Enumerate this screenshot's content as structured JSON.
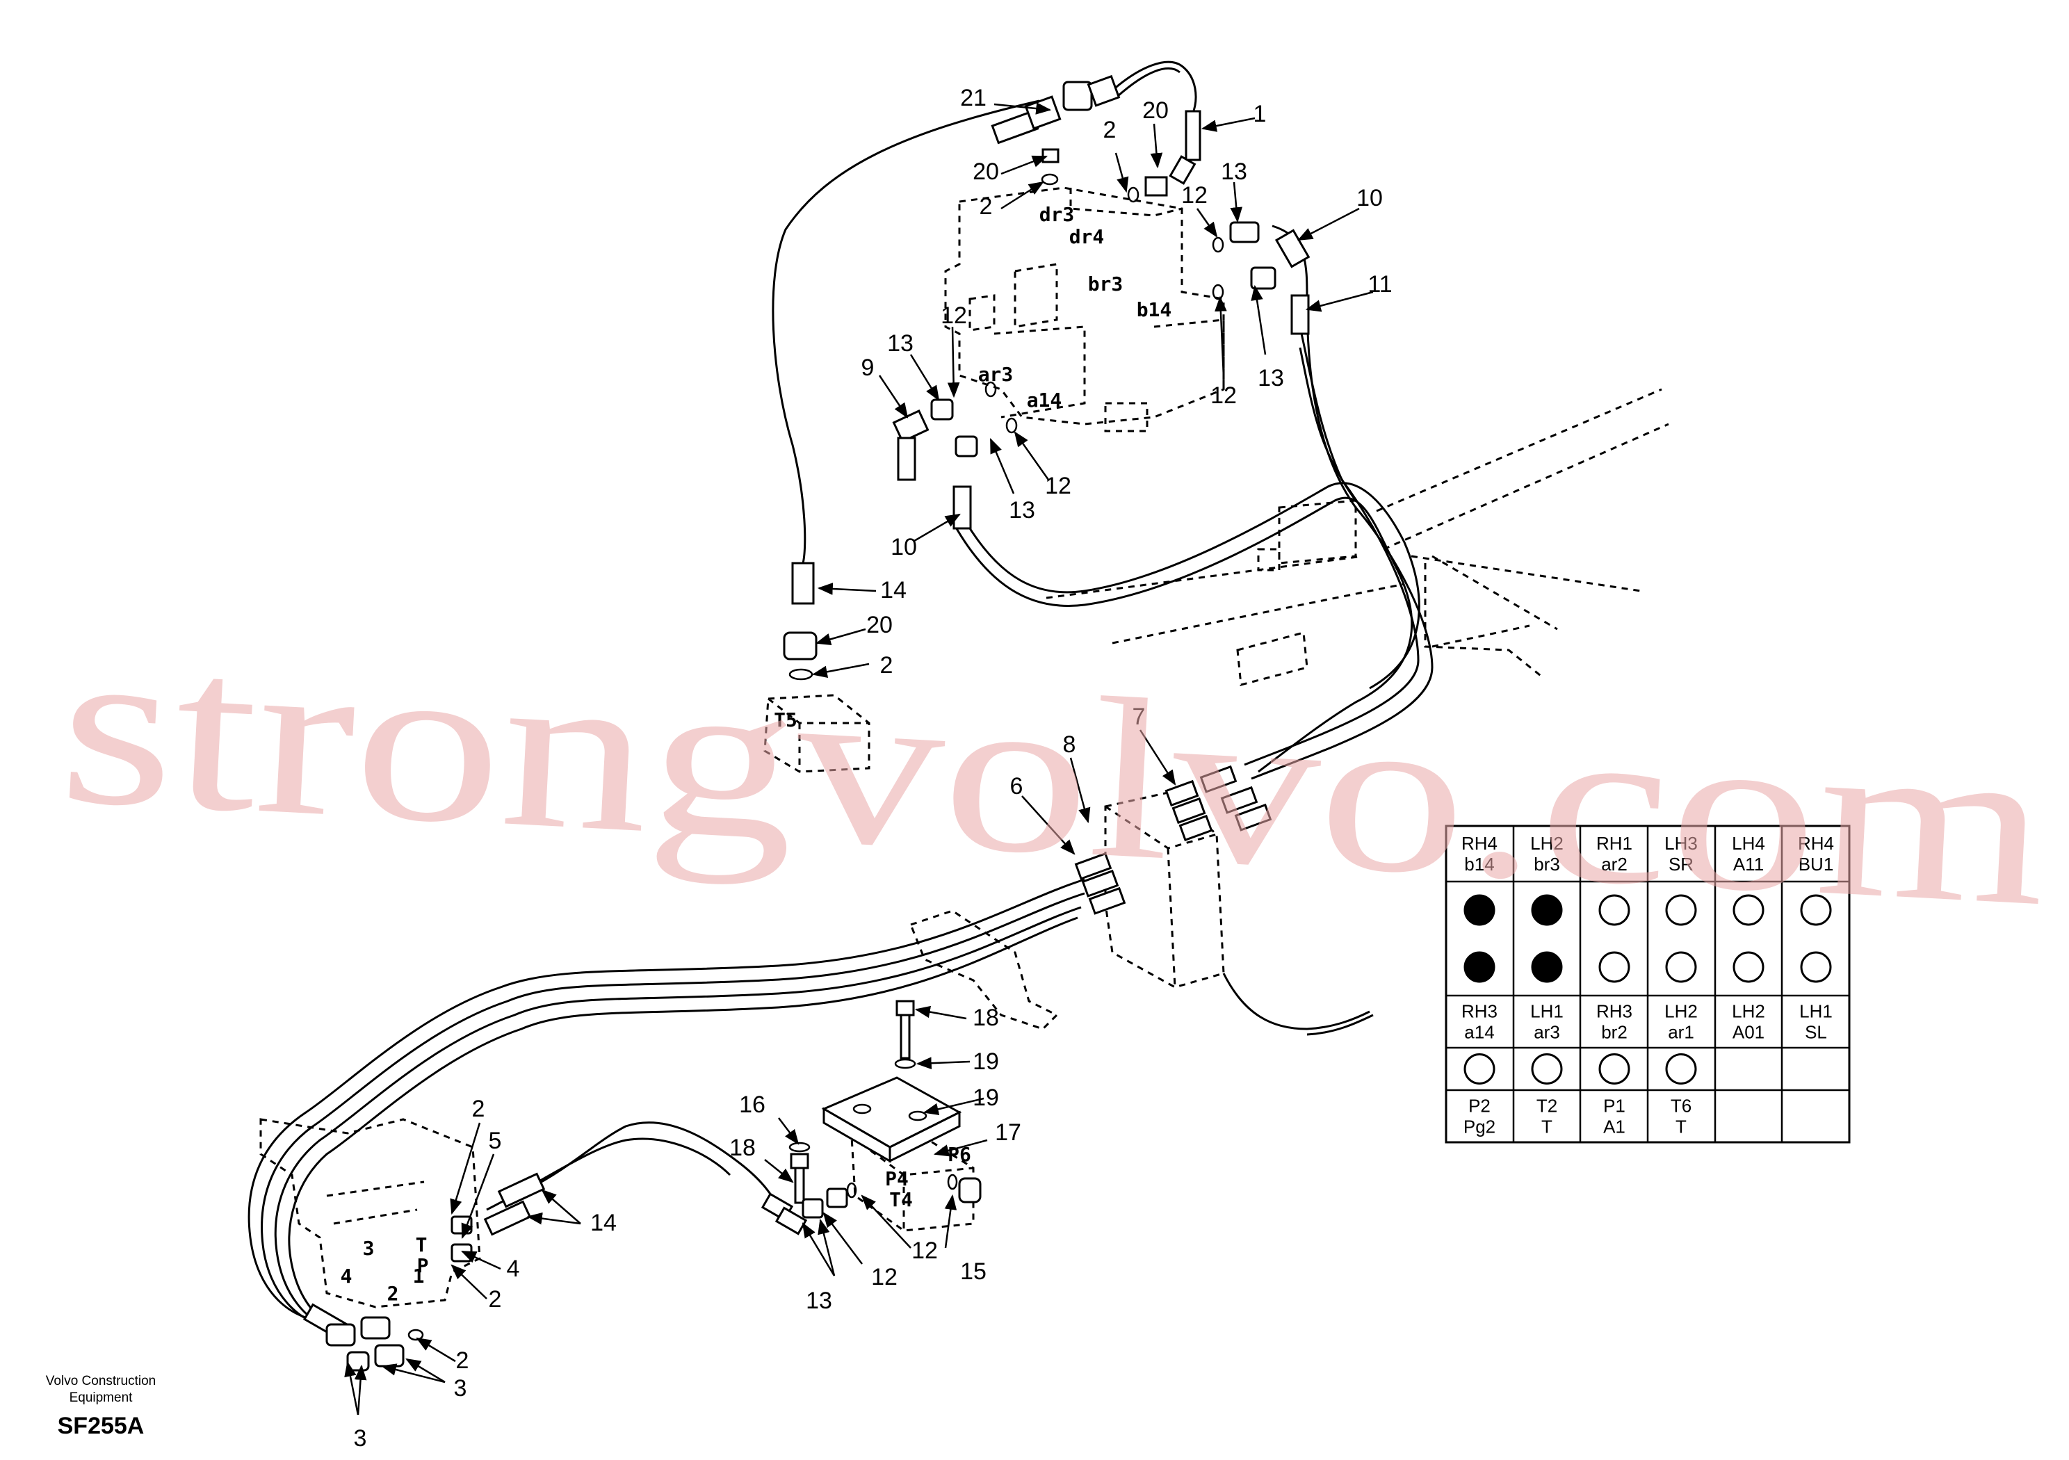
{
  "callouts": [
    {
      "text": "21"
    },
    {
      "text": "20"
    },
    {
      "text": "1"
    },
    {
      "text": "2"
    },
    {
      "text": "20"
    },
    {
      "text": "2"
    },
    {
      "text": "13"
    },
    {
      "text": "12"
    },
    {
      "text": "10"
    },
    {
      "text": "11"
    },
    {
      "text": "12"
    },
    {
      "text": "13"
    },
    {
      "text": "13"
    },
    {
      "text": "12"
    },
    {
      "text": "9"
    },
    {
      "text": "13"
    },
    {
      "text": "12"
    },
    {
      "text": "10"
    },
    {
      "text": "14"
    },
    {
      "text": "20"
    },
    {
      "text": "2"
    },
    {
      "text": "7"
    },
    {
      "text": "8"
    },
    {
      "text": "6"
    },
    {
      "text": "18"
    },
    {
      "text": "19"
    },
    {
      "text": "19"
    },
    {
      "text": "16"
    },
    {
      "text": "18"
    },
    {
      "text": "17"
    },
    {
      "text": "2"
    },
    {
      "text": "5"
    },
    {
      "text": "14"
    },
    {
      "text": "4"
    },
    {
      "text": "2"
    },
    {
      "text": "12"
    },
    {
      "text": "12"
    },
    {
      "text": "13"
    },
    {
      "text": "15"
    },
    {
      "text": "2"
    },
    {
      "text": "3"
    },
    {
      "text": "3"
    }
  ],
  "ports": [
    {
      "text": "dr3"
    },
    {
      "text": "dr4"
    },
    {
      "text": "br3"
    },
    {
      "text": "b14"
    },
    {
      "text": "ar3"
    },
    {
      "text": "a14"
    },
    {
      "text": "T5"
    },
    {
      "text": "P6"
    },
    {
      "text": "P4"
    },
    {
      "text": "T4"
    },
    {
      "text": "T"
    },
    {
      "text": "P"
    },
    {
      "text": "4"
    },
    {
      "text": "3"
    },
    {
      "text": "2"
    },
    {
      "text": "1"
    }
  ],
  "port_table": {
    "rows": [
      {
        "type": "header",
        "cells": [
          [
            "RH4",
            "b14"
          ],
          [
            "LH2",
            "br3"
          ],
          [
            "RH1",
            "ar2"
          ],
          [
            "LH3",
            "SR"
          ],
          [
            "LH4",
            "A11"
          ],
          [
            "RH4",
            "BU1"
          ]
        ]
      },
      {
        "type": "marks",
        "cells": [
          "filled",
          "filled",
          "open",
          "open",
          "open",
          "open"
        ]
      },
      {
        "type": "marks",
        "cells": [
          "filled",
          "filled",
          "open",
          "open",
          "open",
          "open"
        ]
      },
      {
        "type": "header",
        "cells": [
          [
            "RH3",
            "a14"
          ],
          [
            "LH1",
            "ar3"
          ],
          [
            "RH3",
            "br2"
          ],
          [
            "LH2",
            "ar1"
          ],
          [
            "LH2",
            "A01"
          ],
          [
            "LH1",
            "SL"
          ]
        ]
      },
      {
        "type": "marks",
        "cells": [
          "open",
          "open",
          "open",
          "open",
          "",
          ""
        ]
      },
      {
        "type": "header",
        "cells": [
          [
            "P2",
            "Pg2"
          ],
          [
            "T2",
            "T"
          ],
          [
            "P1",
            "A1"
          ],
          [
            "T6",
            "T"
          ],
          [
            "",
            ""
          ],
          [
            "",
            ""
          ]
        ]
      }
    ]
  },
  "credit": {
    "line1": "Volvo Construction",
    "line2": "Equipment"
  },
  "figure_code": "SF255A",
  "watermark": "strongvolvo.com"
}
